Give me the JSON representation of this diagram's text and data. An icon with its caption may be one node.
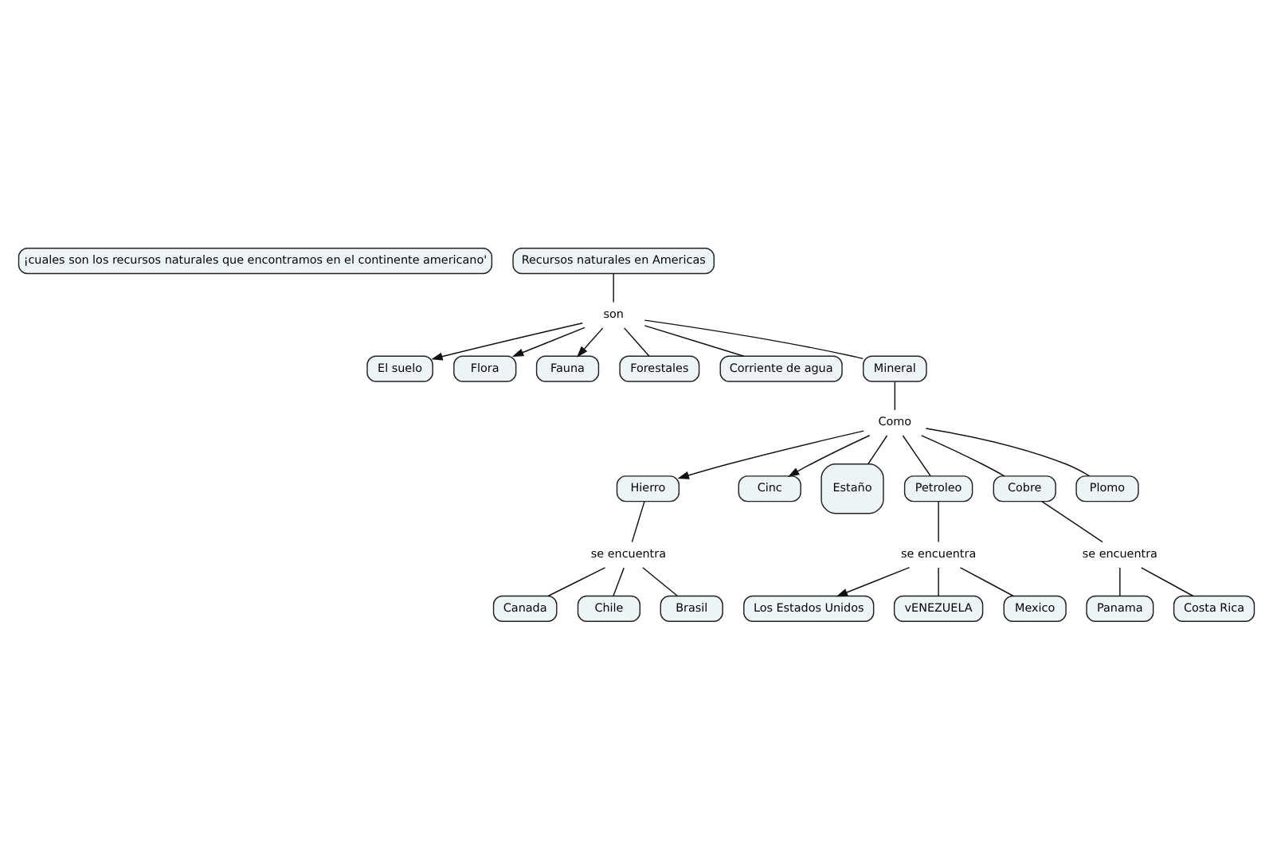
{
  "diagram": {
    "nodes": [
      {
        "text": [
          "¡cuales son los recursos naturales que encontramos en el continente americano'"
        ]
      },
      {
        "text": [
          "Recursos naturales en Americas"
        ]
      },
      {
        "text": [
          "son"
        ]
      },
      {
        "text": [
          "El suelo"
        ]
      },
      {
        "text": [
          "Flora"
        ]
      },
      {
        "text": [
          "Fauna"
        ]
      },
      {
        "text": [
          "Forestales"
        ]
      },
      {
        "text": [
          "Corriente de agua"
        ]
      },
      {
        "text": [
          "Mineral"
        ]
      },
      {
        "text": [
          "Como"
        ]
      },
      {
        "text": [
          "Hierro"
        ]
      },
      {
        "text": [
          "Cinc"
        ]
      },
      {
        "text": [
          "Estaño"
        ]
      },
      {
        "text": [
          "se encuentra"
        ]
      },
      {
        "text": [
          "Canada"
        ]
      },
      {
        "text": [
          "Chile"
        ]
      },
      {
        "text": [
          "Brasil"
        ]
      },
      {
        "text": [
          "Petroleo"
        ]
      },
      {
        "text": [
          "Cobre"
        ]
      },
      {
        "text": [
          "Plomo"
        ]
      },
      {
        "text": [
          "se encuentra"
        ]
      },
      {
        "text": [
          "se encuentra"
        ]
      },
      {
        "text": [
          "Los Estados Unidos"
        ]
      },
      {
        "text": [
          "vENEZUELA"
        ]
      },
      {
        "text": [
          "Mexico"
        ]
      },
      {
        "text": [
          "Panama"
        ]
      },
      {
        "text": [
          "Costa Rica"
        ]
      }
    ],
    "edges": [
      {
        "from": 1,
        "to": 2,
        "arrow": "none"
      },
      {
        "from": 2,
        "to": 3,
        "arrow": "to"
      },
      {
        "from": 2,
        "to": 4,
        "arrow": "to"
      },
      {
        "from": 2,
        "to": 5,
        "arrow": "to"
      },
      {
        "from": 2,
        "to": 6,
        "arrow": "none"
      },
      {
        "from": 2,
        "to": 7,
        "arrow": "none"
      },
      {
        "from": 2,
        "to": 8,
        "arrow": "none"
      },
      {
        "from": 8,
        "to": 9,
        "arrow": "none"
      },
      {
        "from": 9,
        "to": 10,
        "arrow": "to"
      },
      {
        "from": 9,
        "to": 11,
        "arrow": "to"
      },
      {
        "from": 9,
        "to": 12,
        "arrow": "none"
      },
      {
        "from": 9,
        "to": 17,
        "arrow": "none"
      },
      {
        "from": 9,
        "to": 18,
        "arrow": "none"
      },
      {
        "from": 9,
        "to": 19,
        "arrow": "none"
      },
      {
        "from": 10,
        "to": 13,
        "arrow": "none"
      },
      {
        "from": 13,
        "to": 14,
        "arrow": "none"
      },
      {
        "from": 13,
        "to": 15,
        "arrow": "none"
      },
      {
        "from": 13,
        "to": 16,
        "arrow": "none"
      },
      {
        "from": 17,
        "to": 20,
        "arrow": "none"
      },
      {
        "from": 20,
        "to": 22,
        "arrow": "to"
      },
      {
        "from": 20,
        "to": 23,
        "arrow": "none"
      },
      {
        "from": 20,
        "to": 24,
        "arrow": "none"
      },
      {
        "from": 18,
        "to": 21,
        "arrow": "none"
      },
      {
        "from": 21,
        "to": 25,
        "arrow": "none"
      },
      {
        "from": 21,
        "to": 26,
        "arrow": "none"
      }
    ]
  }
}
